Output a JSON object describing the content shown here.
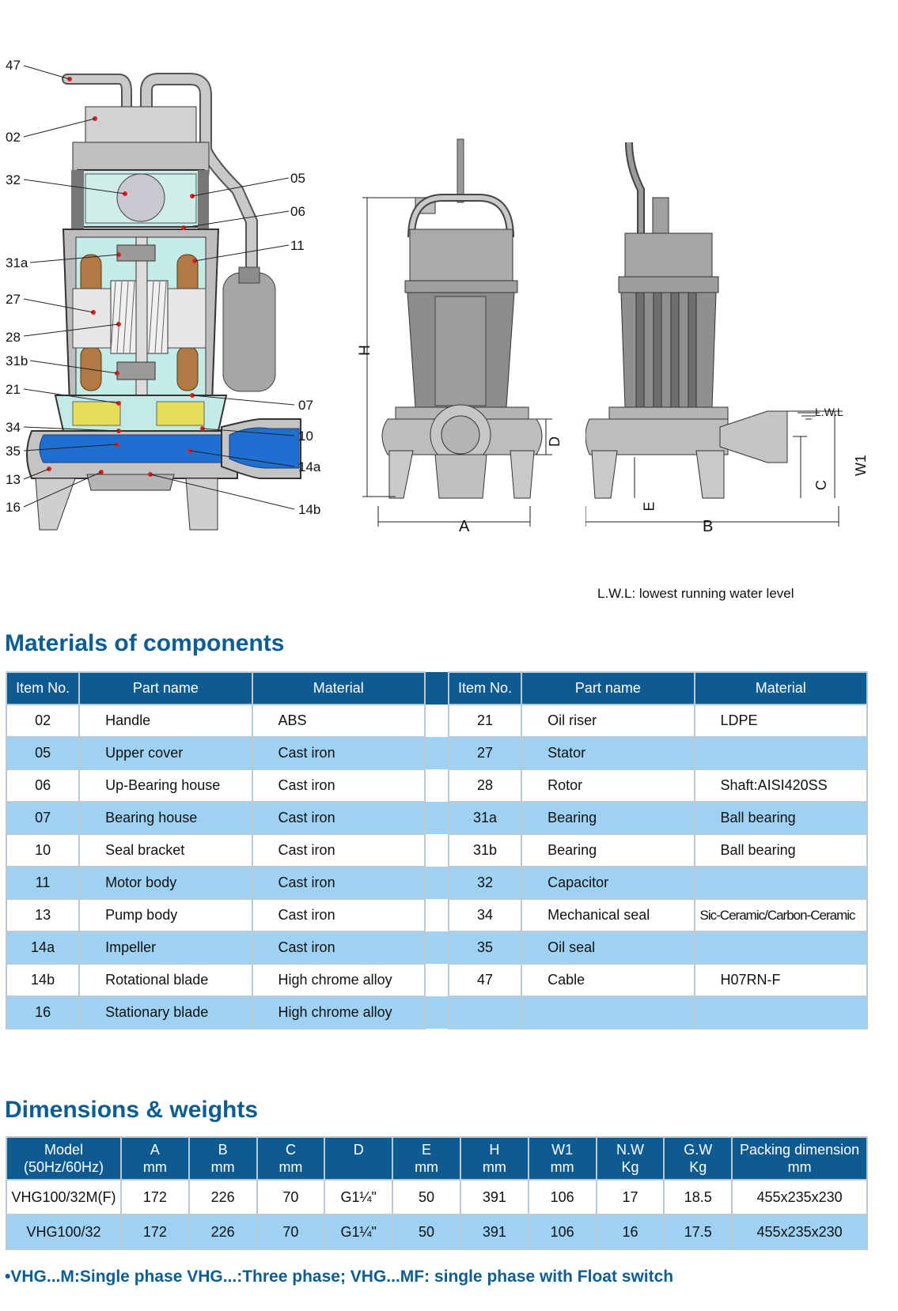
{
  "callouts_left": [
    "47",
    "02",
    "32",
    "31a",
    "27",
    "28",
    "31b",
    "21",
    "34",
    "35",
    "13",
    "16"
  ],
  "callouts_right": [
    "05",
    "06",
    "11",
    "07",
    "10",
    "14a",
    "14b"
  ],
  "dim_labels": {
    "H": "H",
    "A": "A",
    "B": "B",
    "D": "D",
    "E": "E",
    "C": "C",
    "W1": "W1",
    "LWL": "L.W.L"
  },
  "lwl_note": "L.W.L: lowest running water level",
  "materials": {
    "title": "Materials of components",
    "headers": [
      "Item No.",
      "Part name",
      "Material"
    ],
    "left": [
      {
        "no": "02",
        "part": "Handle",
        "material": "ABS"
      },
      {
        "no": "05",
        "part": "Upper cover",
        "material": "Cast iron"
      },
      {
        "no": "06",
        "part": "Up-Bearing house",
        "material": "Cast iron"
      },
      {
        "no": "07",
        "part": "Bearing house",
        "material": "Cast iron"
      },
      {
        "no": "10",
        "part": "Seal bracket",
        "material": "Cast iron"
      },
      {
        "no": "11",
        "part": "Motor body",
        "material": "Cast iron"
      },
      {
        "no": "13",
        "part": "Pump body",
        "material": "Cast iron"
      },
      {
        "no": "14a",
        "part": "Impeller",
        "material": "Cast iron"
      },
      {
        "no": "14b",
        "part": "Rotational blade",
        "material": "High chrome alloy"
      },
      {
        "no": "16",
        "part": "Stationary blade",
        "material": "High chrome alloy"
      }
    ],
    "right": [
      {
        "no": "21",
        "part": "Oil riser",
        "material": "LDPE"
      },
      {
        "no": "27",
        "part": "Stator",
        "material": ""
      },
      {
        "no": "28",
        "part": "Rotor",
        "material": "Shaft:AISI420SS"
      },
      {
        "no": "31a",
        "part": "Bearing",
        "material": "Ball bearing"
      },
      {
        "no": "31b",
        "part": "Bearing",
        "material": "Ball bearing"
      },
      {
        "no": "32",
        "part": "Capacitor",
        "material": ""
      },
      {
        "no": "34",
        "part": "Mechanical seal",
        "material": "Sic-Ceramic/Carbon-Ceramic"
      },
      {
        "no": "35",
        "part": "Oil seal",
        "material": ""
      },
      {
        "no": "47",
        "part": "Cable",
        "material": "H07RN-F"
      },
      {
        "no": "",
        "part": "",
        "material": ""
      }
    ]
  },
  "dimensions": {
    "title": "Dimensions & weights",
    "model_header": "Model",
    "model_sub": "(50Hz/60Hz)",
    "headers": [
      "A",
      "B",
      "C",
      "D",
      "E",
      "H",
      "W1",
      "N.W",
      "G.W",
      "Packing dimension"
    ],
    "units": [
      "mm",
      "mm",
      "mm",
      "",
      "mm",
      "mm",
      "mm",
      "Kg",
      "Kg",
      "mm"
    ],
    "rows": [
      {
        "model": "VHG100/32M(F)",
        "values": [
          "172",
          "226",
          "70",
          "G1¼\"",
          "50",
          "391",
          "106",
          "17",
          "18.5",
          "455x235x230"
        ]
      },
      {
        "model": "VHG100/32",
        "values": [
          "172",
          "226",
          "70",
          "G1¼\"",
          "50",
          "391",
          "106",
          "16",
          "17.5",
          "455x235x230"
        ]
      }
    ]
  },
  "footnote": "•VHG...M:Single phase  VHG...:Three phase; VHG...MF: single phase with Float switch"
}
